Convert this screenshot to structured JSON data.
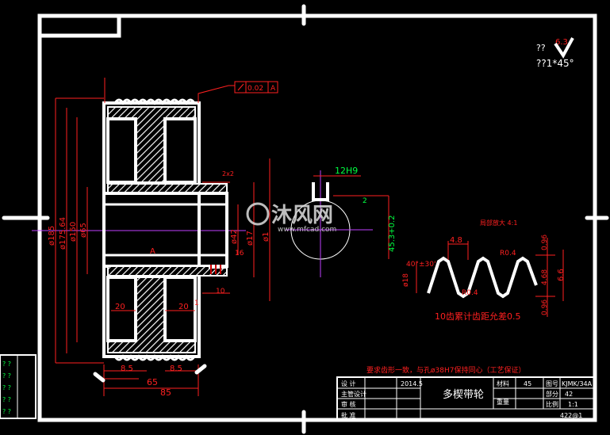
{
  "roughness": {
    "symbol_label": "??",
    "value": "6.3"
  },
  "chamfer_note": "??1*45°",
  "tolerance_frame": {
    "value": "0.02",
    "datum": "A"
  },
  "datum_label": "A",
  "dims": {
    "d185": "ø185",
    "d17564": "ø175.64",
    "d150": "ø150",
    "d65": "ø65",
    "d42": "ø42",
    "d17a": "ø17",
    "d17b": "ø1",
    "chamfer_2x2": "2x2",
    "w20_left": "20",
    "w20_right": "20",
    "w10": "10",
    "w85a": "8.5",
    "w85b": "8.5",
    "w65": "65",
    "w85": "85",
    "w1": "1",
    "w16": "16"
  },
  "keyway": {
    "label": "12H9",
    "depth": "45.3+0.2",
    "angle": "2"
  },
  "groove_detail": {
    "title": "局部放大 4:1",
    "pitch": "4.8",
    "radius_top": "R0.4",
    "radius_bottom": "R0.4",
    "angle": "40°±30'",
    "d185": "ø18",
    "h096_top": "0.96",
    "h468": "4.68",
    "h66": "6.6",
    "h096_bottom": "0.96",
    "note": "10齿累计齿距允差0.5"
  },
  "requirement": "要求齿形一致，与孔ø38H7保持同心（工艺保证）",
  "watermark": {
    "brand": "沐风网",
    "url": "www.mfcad.com"
  },
  "title_block": {
    "design_label": "设 计",
    "date": "2014.5",
    "chief_label": "主管设计",
    "review_label": "审 核",
    "approve_label": "批 准",
    "part_name": "多楔带轮",
    "material_label": "材料",
    "material": "45",
    "weight_label": "重量",
    "code_label": "图号",
    "code": "KJMK/34A",
    "part_no_label": "部分",
    "part_no": "42",
    "scale_label": "比例",
    "scale": "1:1",
    "drawing_no": "422@1"
  },
  "left_strip": [
    "? ?",
    "? ?",
    "? ?",
    "? ?",
    "? ?"
  ]
}
